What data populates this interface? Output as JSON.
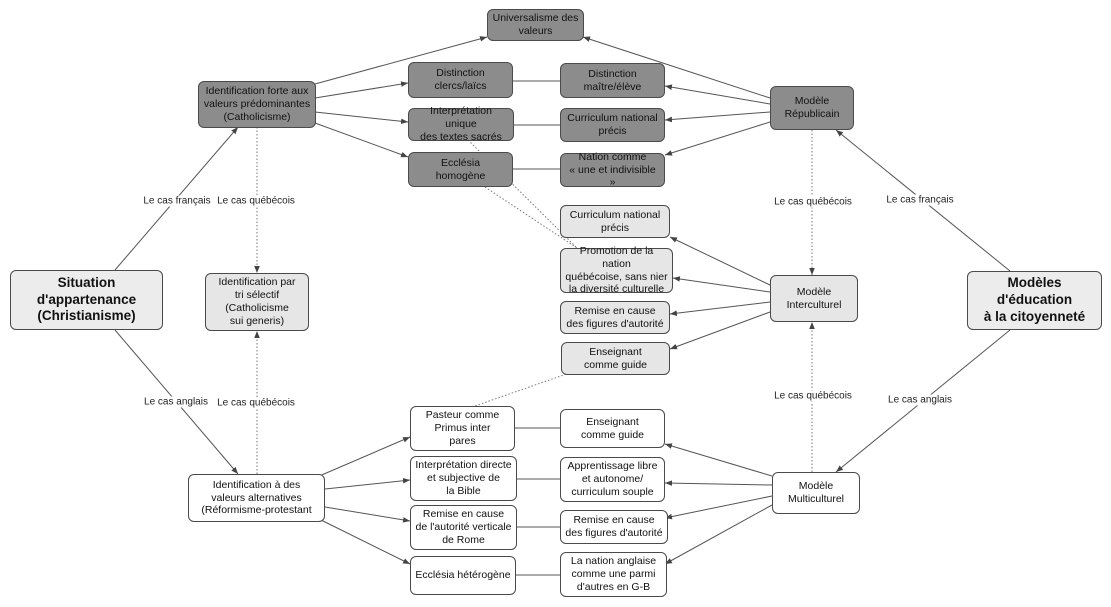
{
  "roots": {
    "situation": "Situation d'appartenance\n(Christianisme)",
    "modeles": "Modèles d'éducation\nà la citoyenneté"
  },
  "top_branch": {
    "identification_forte": "Identification forte aux\nvaleurs prédominantes\n(Catholicisme)",
    "universalisme": "Universalisme des\nvaleurs",
    "distinction_clercs": "Distinction\nclercs/laïcs",
    "interpretation_unique": "Interprétation unique\ndes textes sacrés",
    "ecclesia_homogene": "Ecclésia\nhomogène",
    "distinction_maitre": "Distinction\nmaître/élève",
    "curriculum_national_1": "Curriculum national\nprécis",
    "nation_indivisible": "Nation comme\n« une et indivisible »",
    "modele_republicain": "Modèle\nRépublicain"
  },
  "middle_branch": {
    "identification_tri": "Identification par\ntri sélectif\n(Catholicisme\nsui generis)",
    "curriculum_national_2": "Curriculum national\nprécis",
    "promotion_nation": "Promotion de la nation\nquébécoise, sans nier\nla diversité culturelle",
    "remise_figures_1": "Remise en cause\ndes figures d'autorité",
    "enseignant_guide_1": "Enseignant\ncomme guide",
    "modele_interculturel": "Modèle\nInterculturel"
  },
  "bottom_branch": {
    "identification_alternatives": "Identification à des\nvaleurs alternatives\n(Réformisme-protestant",
    "pasteur": "Pasteur comme\nPrimus inter\npares",
    "interpretation_directe": "Interprétation directe\net subjective de\nla Bible",
    "remise_rome": "Remise en cause\nde l'autorité verticale\nde Rome",
    "ecclesia_heterogene": "Ecclésia hétérogène",
    "enseignant_guide_2": "Enseignant\ncomme guide",
    "apprentissage": "Apprentissage libre\net autonome/\ncurriculum souple",
    "remise_figures_2": "Remise en cause\ndes figures d'autorité",
    "nation_anglaise": "La nation anglaise\ncomme une parmi\nd'autres en G-B",
    "modele_multiculturel": "Modèle\nMulticulturel"
  },
  "edge_labels": {
    "cas_francais_left": "Le cas français",
    "cas_quebecois_left_top": "Le cas québécois",
    "cas_anglais_left": "Le cas anglais",
    "cas_quebecois_left_bottom": "Le cas québécois",
    "cas_quebecois_right_top": "Le cas québécois",
    "cas_francais_right": "Le cas français",
    "cas_quebecois_right_bottom": "Le cas québécois",
    "cas_anglais_right": "Le cas anglais"
  }
}
